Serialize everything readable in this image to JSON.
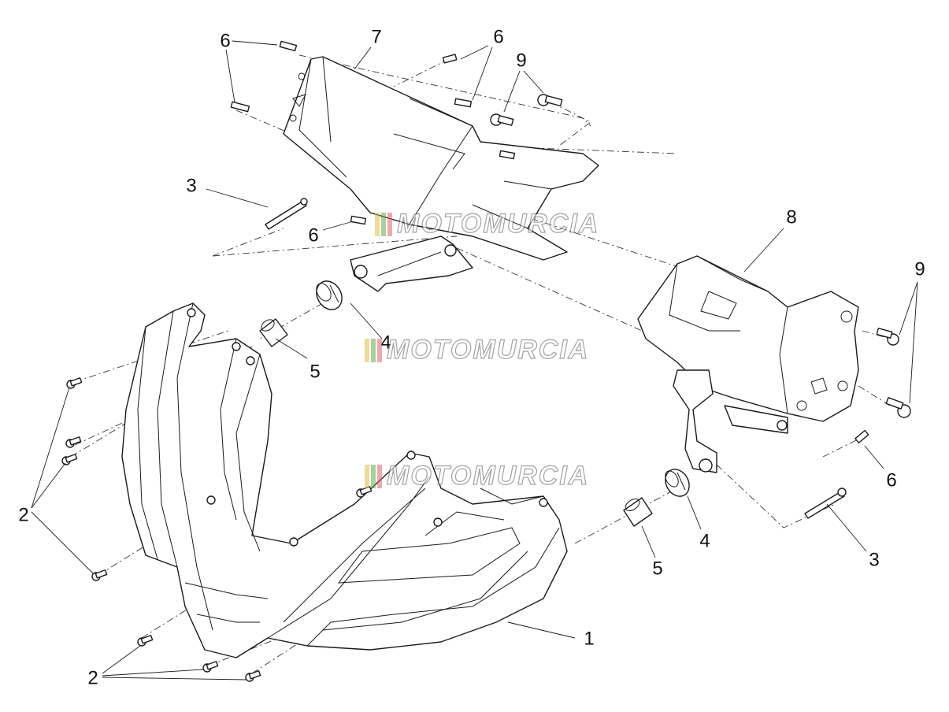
{
  "watermark": {
    "text": "MOTOMURCIA",
    "colors": [
      "#d9c24a",
      "#6aa84f",
      "#e06666"
    ]
  },
  "callouts": {
    "c1": "1",
    "c2a": "2",
    "c2b": "2",
    "c3a": "3",
    "c3b": "3",
    "c4a": "4",
    "c4b": "4",
    "c5a": "5",
    "c5b": "5",
    "c6a": "6",
    "c6b": "6",
    "c6c": "6",
    "c6d": "6",
    "c7": "7",
    "c8": "8",
    "c9a": "9",
    "c9b": "9"
  }
}
